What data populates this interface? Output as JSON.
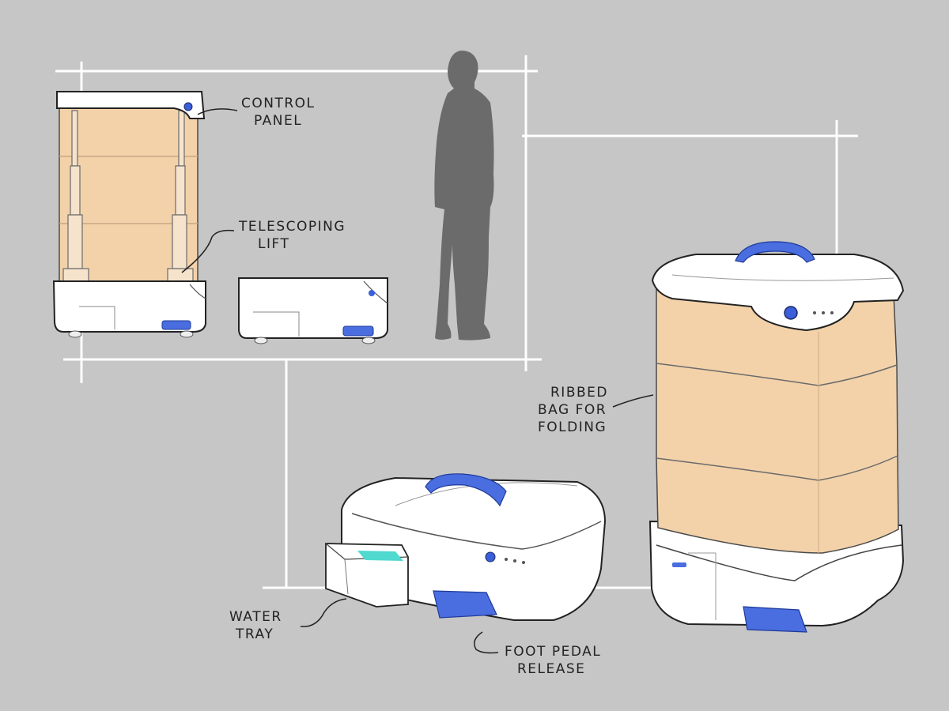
{
  "annotations": {
    "control_panel": [
      "Control",
      "Panel"
    ],
    "telescoping_lift": [
      "Telescoping",
      "Lift"
    ],
    "ribbed_bag": [
      "Ribbed",
      "Bag for",
      "Folding"
    ],
    "water_tray": [
      "Water",
      "Tray"
    ],
    "foot_pedal": [
      "Foot Pedal",
      "Release"
    ]
  },
  "colors": {
    "background": "#c6c6c6",
    "bag": "#f3d2aa",
    "housing": "#ffffff",
    "accent_blue": "#4a6ee0",
    "silhouette": "#6b6b6b",
    "guide_lines": "#ffffff",
    "water": "#4fd9cf"
  }
}
